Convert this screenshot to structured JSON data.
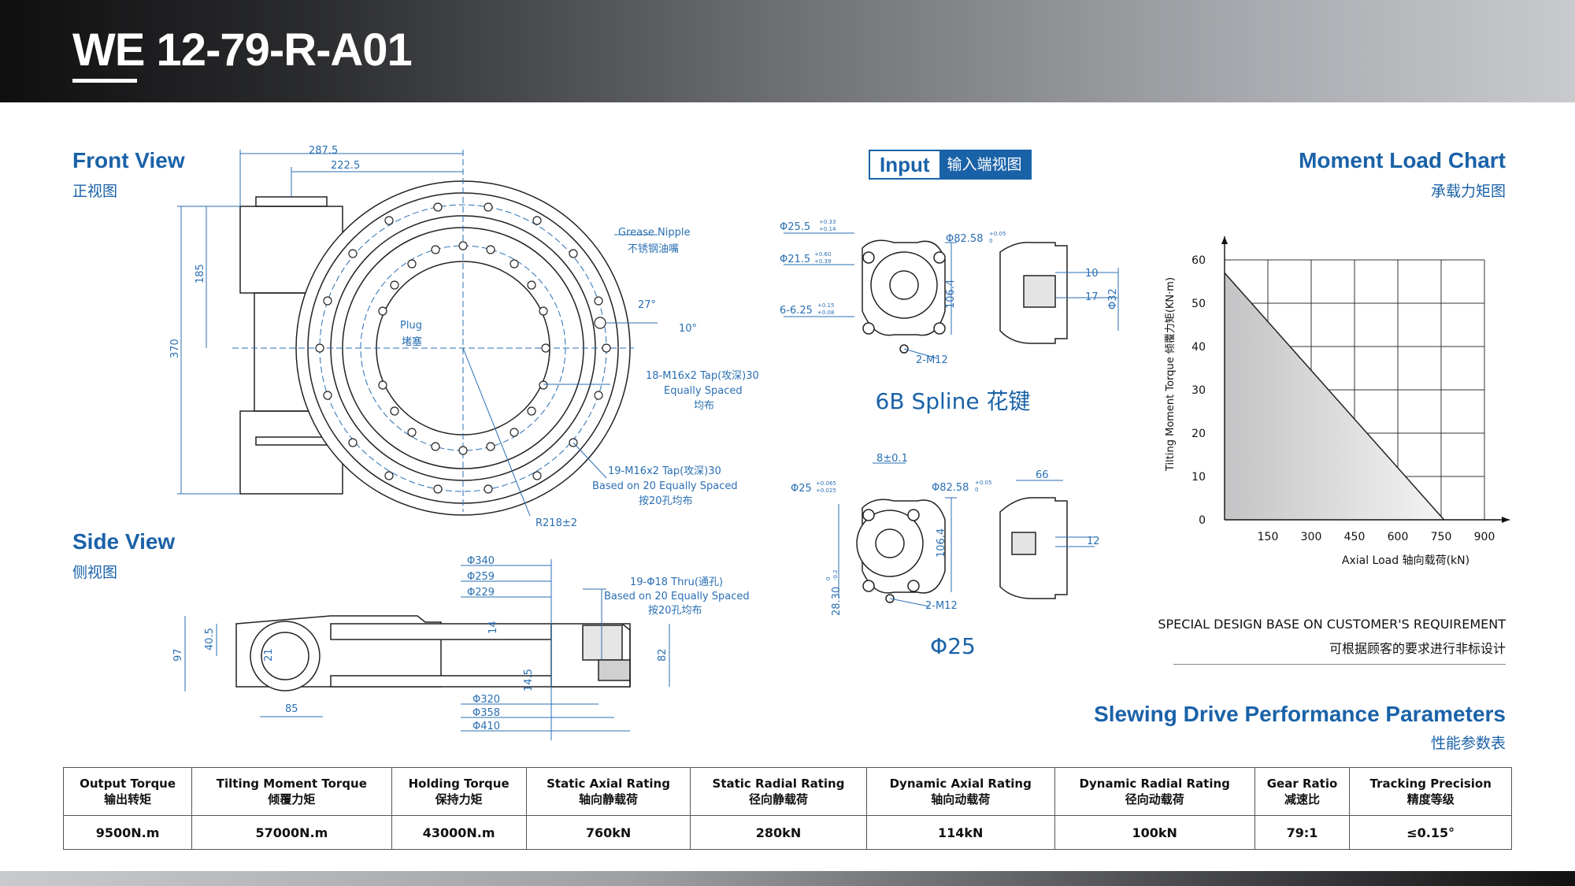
{
  "header": {
    "model_prefix": "WE",
    "model_rest": " 12-79-R-A01"
  },
  "front_view": {
    "title": "Front View",
    "subtitle": "正视图"
  },
  "side_view": {
    "title": "Side View",
    "subtitle": "侧视图"
  },
  "input_view": {
    "title": "Input",
    "subtitle": "输入端视图"
  },
  "moment_chart_heading": {
    "title": "Moment Load Chart",
    "subtitle": "承载力矩图"
  },
  "front_dims": {
    "d287": "287.5",
    "d222": "222.5",
    "d185": "185",
    "d370": "370",
    "grease_en": "Grease Nipple",
    "grease_cn": "不锈钢油嘴",
    "angle27": "27°",
    "angle10": "10°",
    "plug_en": "Plug",
    "plug_cn": "堵塞",
    "tap18_a": "18-M16x2 Tap(攻深)30",
    "tap18_b": "Equally Spaced",
    "tap18_c": "均布",
    "tap19_a": "19-M16x2 Tap(攻深)30",
    "tap19_b": "Based on 20 Equally Spaced",
    "tap19_c": "按20孔均布",
    "radius": "R218±2"
  },
  "side_dims": {
    "p340": "Φ340",
    "p259": "Φ259",
    "p229": "Φ229",
    "thru_a": "19-Φ18 Thru(通孔)",
    "thru_b": "Based on 20 Equally Spaced",
    "thru_c": "按20孔均布",
    "d14": "14",
    "d145": "14.5",
    "d82": "82",
    "d97": "97",
    "d405": "40.5",
    "d21": "21",
    "d85": "85",
    "p320": "Φ320",
    "p358": "Φ358",
    "p410": "Φ410"
  },
  "spline_view": {
    "p255": "Φ25.5",
    "p255_tol_u": "+0.33",
    "p255_tol_l": "+0.14",
    "p215": "Φ21.5",
    "p215_tol_u": "+0.60",
    "p215_tol_l": "+0.39",
    "s625": "6-6.25",
    "s625_tol_u": "+0.15",
    "s625_tol_l": "+0.08",
    "p8258": "Φ82.58",
    "p8258_tol_u": "+0.05",
    "p8258_tol_l": "0",
    "d1064": "106.4",
    "m12": "2-M12",
    "d10": "10",
    "d17": "17",
    "p32": "Φ32",
    "caption": "6B Spline 花键"
  },
  "shaft_view": {
    "d8": "8±0.1",
    "p25": "Φ25",
    "p25_tol_u": "+0.065",
    "p25_tol_l": "+0.025",
    "p8258": "Φ82.58",
    "p8258_tol_u": "+0.05",
    "p8258_tol_l": "0",
    "d1064": "106.4",
    "d2830": "28.30",
    "d2830_tol_u": "0",
    "d2830_tol_l": "-0.2",
    "m12": "2-M12",
    "d66": "66",
    "d12": "12",
    "caption": "Φ25"
  },
  "chart_data": {
    "type": "area",
    "title": "",
    "xlabel": "Axial Load 轴向载荷(kN)",
    "ylabel": "Tilting Moment Torque 倾覆力矩(KN·m)",
    "x_ticks": [
      "150",
      "300",
      "450",
      "600",
      "750",
      "900"
    ],
    "y_ticks": [
      "0",
      "10",
      "20",
      "30",
      "40",
      "50",
      "60"
    ],
    "xlim": [
      0,
      900
    ],
    "ylim": [
      0,
      60
    ],
    "grid": true,
    "series": [
      {
        "x": [
          0,
          760
        ],
        "y": [
          57,
          0
        ]
      }
    ]
  },
  "notes": {
    "line1": "SPECIAL DESIGN BASE ON CUSTOMER'S REQUIREMENT",
    "line2": "可根据顾客的要求进行非标设计"
  },
  "performance": {
    "title": "Slewing Drive Performance Parameters",
    "subtitle": "性能参数表",
    "columns": [
      {
        "en": "Output Torque",
        "cn": "输出转矩",
        "value": "9500N.m"
      },
      {
        "en": "Tilting Moment Torque",
        "cn": "倾覆力矩",
        "value": "57000N.m"
      },
      {
        "en": "Holding Torque",
        "cn": "保持力矩",
        "value": "43000N.m"
      },
      {
        "en": "Static Axial Rating",
        "cn": "轴向静载荷",
        "value": "760kN"
      },
      {
        "en": "Static Radial Rating",
        "cn": "径向静载荷",
        "value": "280kN"
      },
      {
        "en": "Dynamic Axial Rating",
        "cn": "轴向动载荷",
        "value": "114kN"
      },
      {
        "en": "Dynamic Radial Rating",
        "cn": "径向动载荷",
        "value": "100kN"
      },
      {
        "en": "Gear Ratio",
        "cn": "减速比",
        "value": "79:1"
      },
      {
        "en": "Tracking Precision",
        "cn": "精度等级",
        "value": "≤0.15°"
      }
    ]
  },
  "colors": {
    "accent": "#1a62a8",
    "dim": "#2a6fb3"
  }
}
